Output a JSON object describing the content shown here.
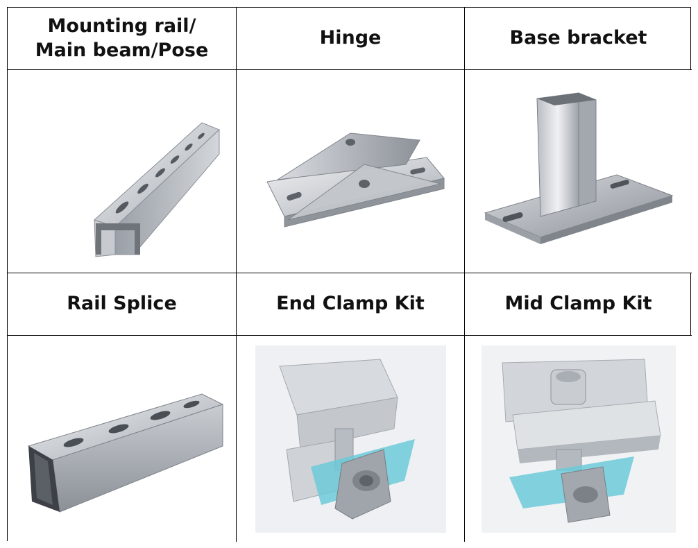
{
  "table": {
    "headers_row1": [
      {
        "line1": "Mounting rail/",
        "line2": "Main beam/Pose",
        "icon": "mounting-rail-icon"
      },
      {
        "line1": "Hinge",
        "icon": "hinge-icon"
      },
      {
        "line1": "Base bracket",
        "icon": "base-bracket-icon"
      }
    ],
    "headers_row2": [
      {
        "line1": "Rail Splice",
        "icon": "rail-splice-icon"
      },
      {
        "line1": "End Clamp Kit",
        "icon": "end-clamp-kit-icon"
      },
      {
        "line1": "Mid Clamp Kit",
        "icon": "mid-clamp-kit-icon"
      }
    ]
  },
  "colors": {
    "border": "#000000",
    "metal_light": "#e6e7ea",
    "metal_mid": "#b8bcc2",
    "metal_dark": "#7f848b",
    "accent_blue": "#66c7d6"
  }
}
